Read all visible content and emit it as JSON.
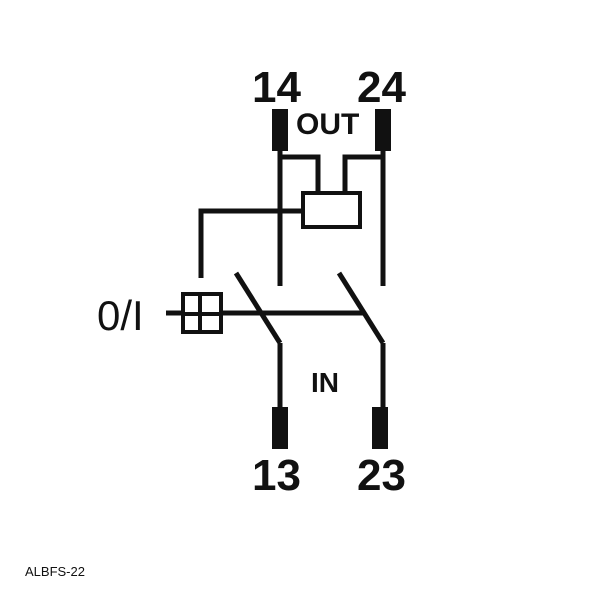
{
  "terminals": {
    "t14": "14",
    "t24": "24",
    "t13": "13",
    "t23": "23"
  },
  "labels": {
    "out": "OUT",
    "in": "IN",
    "switch_symbol": "0/I"
  },
  "model": "ALBFS-22",
  "colors": {
    "ink": "#111111",
    "background": "#ffffff"
  }
}
